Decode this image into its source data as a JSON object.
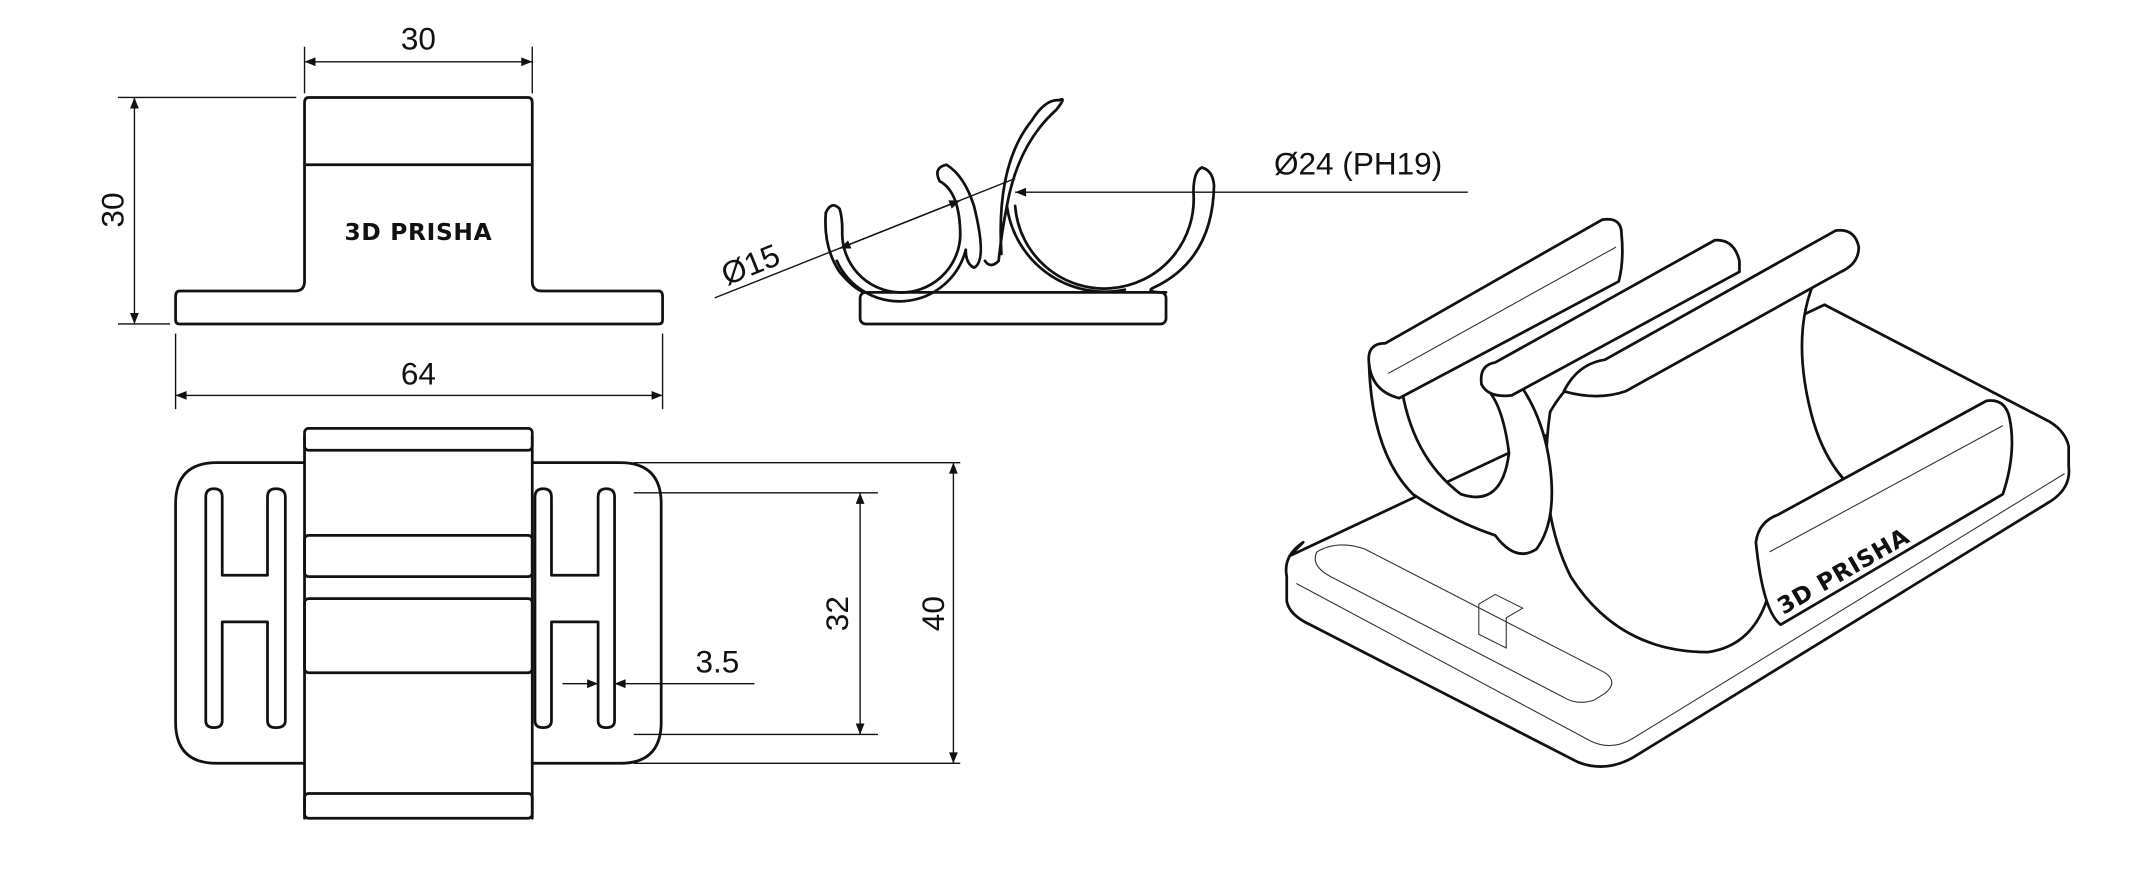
{
  "front_view": {
    "width_label": "30",
    "height_label": "30",
    "base_width_label": "64",
    "logo": "3D PRISHA"
  },
  "side_view": {
    "small_clip_label": "Ø15",
    "large_clip_label": "Ø24 (PH19)"
  },
  "top_view": {
    "slot_span_label": "32",
    "plate_depth_label": "40",
    "slot_width_label": "3.5"
  },
  "iso_view": {
    "logo": "3D PRISHA"
  },
  "colors": {
    "line": "#111111",
    "background": "#ffffff"
  }
}
